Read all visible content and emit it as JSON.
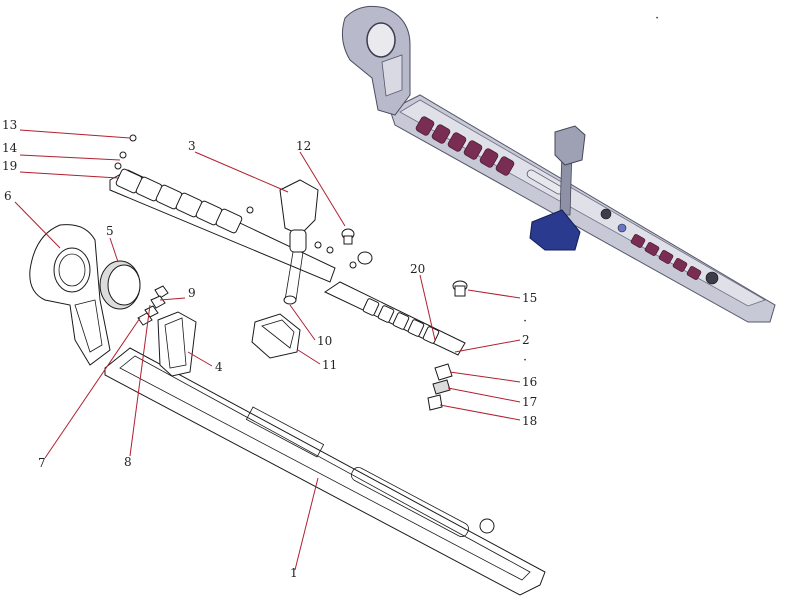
{
  "callouts": [
    {
      "id": "c1",
      "text": "1"
    },
    {
      "id": "c2",
      "text": "2"
    },
    {
      "id": "c3",
      "text": "3"
    },
    {
      "id": "c4",
      "text": "4"
    },
    {
      "id": "c5",
      "text": "5"
    },
    {
      "id": "c6",
      "text": "6"
    },
    {
      "id": "c7",
      "text": "7"
    },
    {
      "id": "c8",
      "text": "8"
    },
    {
      "id": "c9",
      "text": "9"
    },
    {
      "id": "c10",
      "text": "10"
    },
    {
      "id": "c11",
      "text": "11"
    },
    {
      "id": "c12",
      "text": "12"
    },
    {
      "id": "c13",
      "text": "13"
    },
    {
      "id": "c14",
      "text": "14"
    },
    {
      "id": "c15",
      "text": "15"
    },
    {
      "id": "c16",
      "text": "16"
    },
    {
      "id": "c17",
      "text": "17"
    },
    {
      "id": "c18",
      "text": "18"
    },
    {
      "id": "c19",
      "text": "19"
    },
    {
      "id": "c20",
      "text": "20"
    }
  ],
  "separators": [
    "·",
    "·",
    "·"
  ],
  "colors": {
    "leader": "#b02030",
    "assembly_body": "#c7c9d6",
    "assembly_dark": "#6b6e82",
    "assembly_keys": "#7a2d52",
    "assembly_base": "#2a3b8f"
  }
}
